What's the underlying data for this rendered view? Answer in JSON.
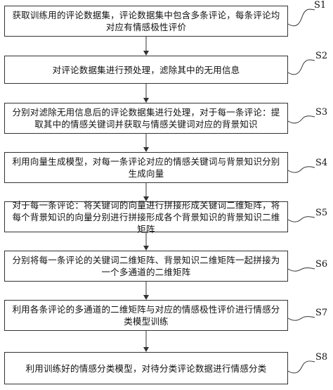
{
  "steps": [
    {
      "label": "S1",
      "text": "获取训练用的评论数据集，评论数据集中包含多条评论，每条评论均对应有情感极性评价"
    },
    {
      "label": "S2",
      "text": "对评论数据集进行预处理，滤除其中的无用信息"
    },
    {
      "label": "S3",
      "text": "分别对滤除无用信息后的评论数据集进行处理，对于每一条评论：提取其中的情感关键词并获取与情感关键词对应的背景知识"
    },
    {
      "label": "S4",
      "text": "利用向量生成模型，对每一条评论对应的情感关键词与背景知识分别生成向量"
    },
    {
      "label": "S5",
      "text": "对于每一条评论：将关键词的向量进行拼接形成关键词二维矩阵，将每个背景知识的向量分别进行拼接形成各个背景知识的背景知识二维矩阵"
    },
    {
      "label": "S6",
      "text": "分别将每一条评论的关键词二维矩阵、背景知识二维矩阵一起拼接为一个多通道的二维矩阵"
    },
    {
      "label": "S7",
      "text": "利用各条评论的多通道的二维矩阵与对应的情感极性评价进行情感分类模型训练"
    },
    {
      "label": "S8",
      "text": "利用训练好的情感分类模型，对待分类评论数据进行情感分类"
    }
  ]
}
